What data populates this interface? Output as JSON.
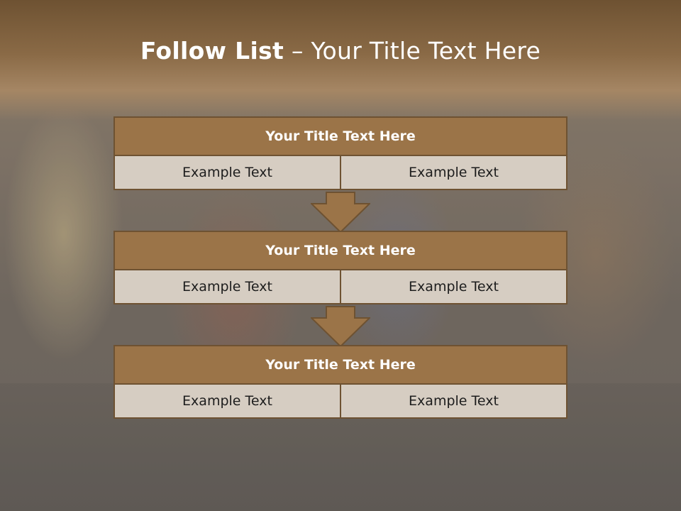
{
  "slide": {
    "title_bold": "Follow List",
    "title_rest": " – Your Title Text Here"
  },
  "steps": [
    {
      "title": "Your Title Text Here",
      "cells": [
        "Example Text",
        "Example Text"
      ]
    },
    {
      "title": "Your Title Text Here",
      "cells": [
        "Example Text",
        "Example Text"
      ]
    },
    {
      "title": "Your Title Text Here",
      "cells": [
        "Example Text",
        "Example Text"
      ]
    }
  ],
  "colors": {
    "header_fill": "#9b7448",
    "border": "#6e5232",
    "cell_fill": "#d6cdc2",
    "title_text": "#ffffff"
  }
}
